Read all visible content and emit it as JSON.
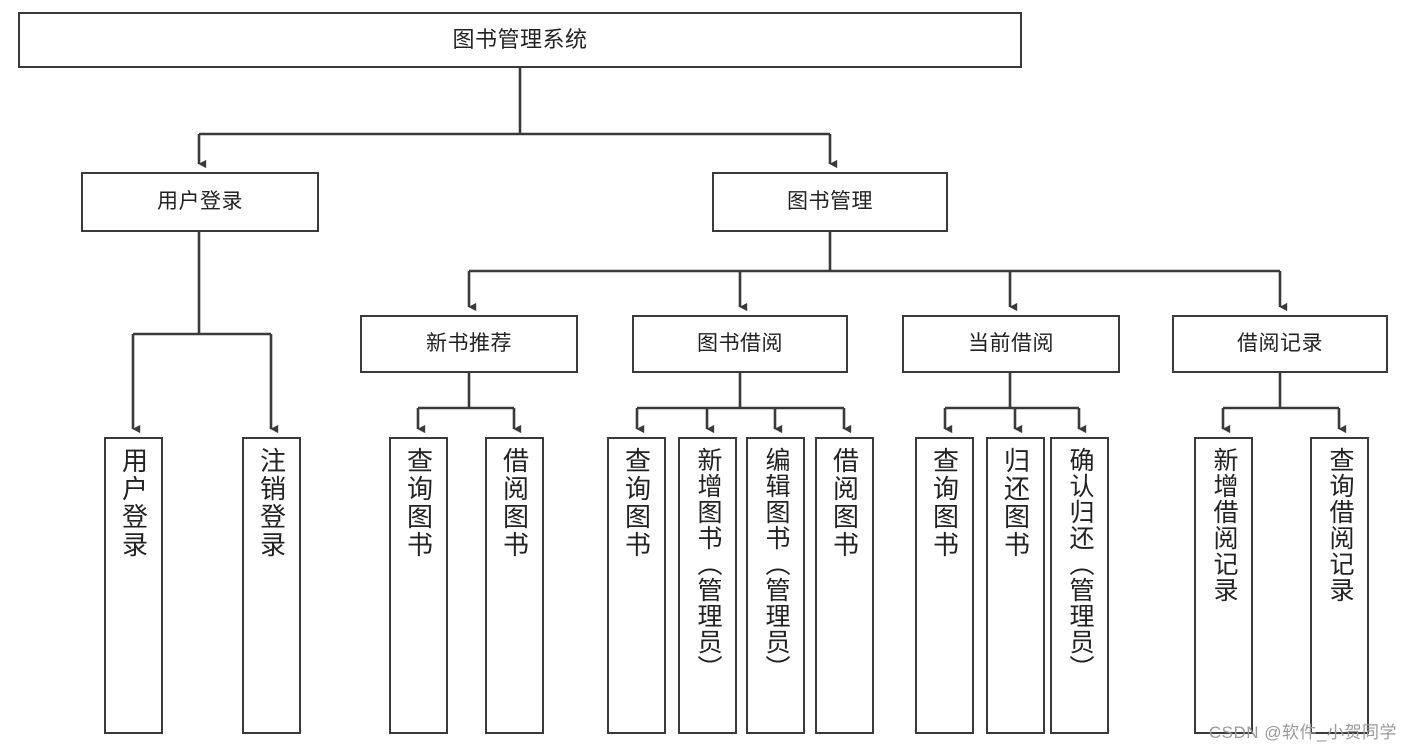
{
  "diagram": {
    "title": "图书管理系统",
    "watermark": "CSDN @软件_小贺同学",
    "stroke_color": "#3a3a3a",
    "background_color": "#ffffff",
    "text_color": "#222222"
  },
  "nodes": {
    "root": "图书管理系统",
    "level1": [
      "用户登录",
      "图书管理"
    ],
    "level2": [
      "新书推荐",
      "图书借阅",
      "当前借阅",
      "借阅记录"
    ],
    "leaves": {
      "user_login": [
        "用户登录",
        "注销登录"
      ],
      "new_book": [
        "查询图书",
        "借阅图书"
      ],
      "book_borrow": [
        "查询图书",
        "新增图书（管理员）",
        "编辑图书（管理员）",
        "借阅图书"
      ],
      "current_borrow": [
        "查询图书",
        "归还图书",
        "确认归还（管理员）"
      ],
      "borrow_record": [
        "新增借阅记录",
        "查询借阅记录"
      ]
    }
  }
}
